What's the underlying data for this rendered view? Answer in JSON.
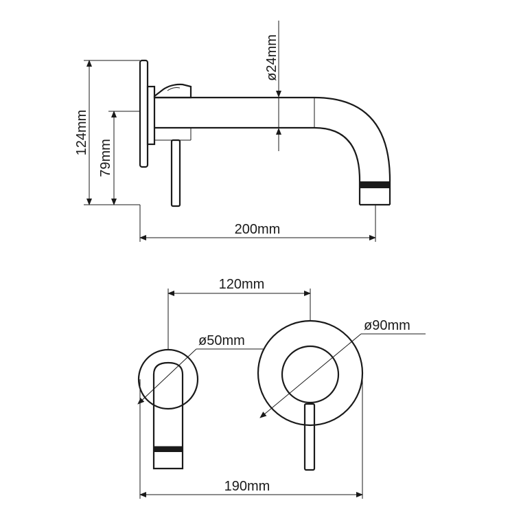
{
  "dimensions": {
    "side_view": {
      "height_total": "124mm",
      "height_outlet": "79mm",
      "spout_diameter": "ø24mm",
      "projection": "200mm"
    },
    "front_view": {
      "center_distance": "120mm",
      "spout_plate_diameter": "ø50mm",
      "mixer_plate_diameter": "ø90mm",
      "overall_width": "190mm"
    }
  },
  "colors": {
    "line": "#1a1a1a",
    "background": "#ffffff"
  }
}
